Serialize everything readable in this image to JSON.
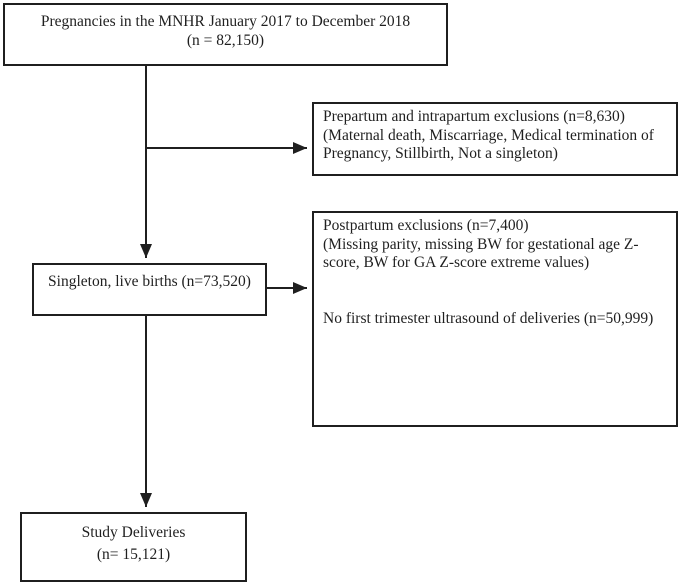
{
  "colors": {
    "ink": "#1f1f1f",
    "background": "#ffffff"
  },
  "boxes": {
    "pregnancies": {
      "lines": [
        "Pregnancies in the MNHR January 2017 to December 2018",
        "(n = 82,150)"
      ]
    },
    "prepartum_exclusions": {
      "lines": [
        "Prepartum and intrapartum exclusions (n=8,630)",
        "(Maternal death, Miscarriage, Medical termination of",
        "Pregnancy, Stillbirth, Not a singleton)"
      ]
    },
    "postpartum_exclusions": {
      "lines": [
        "Postpartum exclusions (n=7,400)",
        "(Missing parity, missing BW for gestational age Z-",
        "score, BW for GA Z-score extreme values)"
      ],
      "no_ultrasound_line": "No first trimester ultrasound of deliveries (n=50,999)"
    },
    "singleton": {
      "lines": [
        "Singleton, live births (n=73,520)"
      ]
    },
    "study_deliveries": {
      "lines": [
        "Study Deliveries",
        "(n= 15,121)"
      ]
    }
  }
}
